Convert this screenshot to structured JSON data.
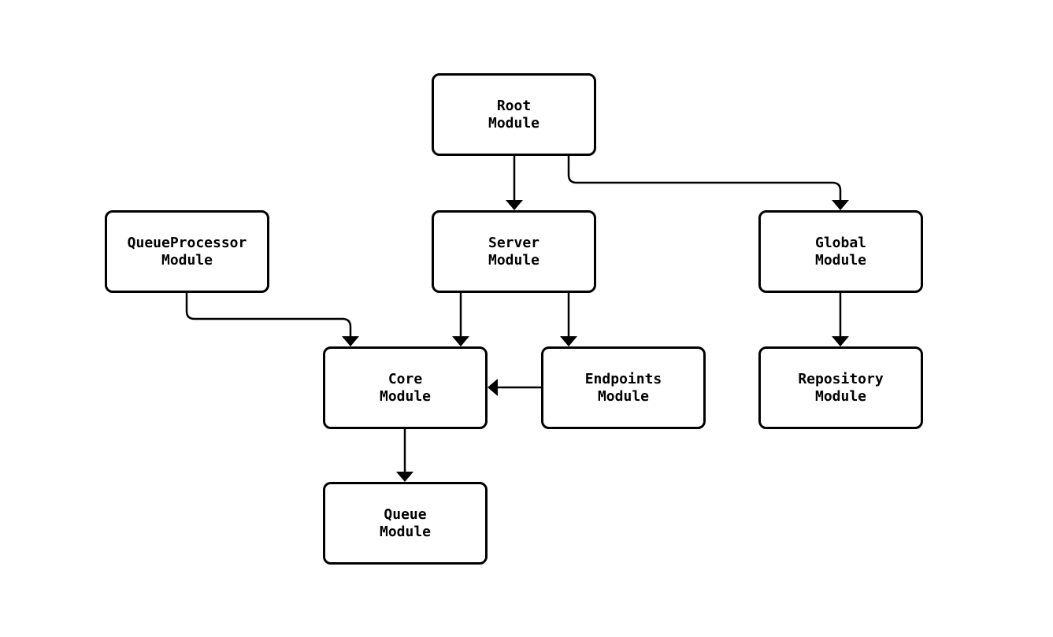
{
  "diagram": {
    "title": "module dependency flowchart",
    "background_color": "#ffffff",
    "node_fill_color": "#ffffff",
    "node_border_color": "#000000",
    "edge_color": "#000000",
    "text_color": "#000000",
    "nodes": [
      {
        "id": "root",
        "label": "Root\nModule"
      },
      {
        "id": "queueprocessor",
        "label": "QueueProcessor\nModule"
      },
      {
        "id": "server",
        "label": "Server\nModule"
      },
      {
        "id": "global",
        "label": "Global\nModule"
      },
      {
        "id": "core",
        "label": "Core\nModule"
      },
      {
        "id": "endpoints",
        "label": "Endpoints\nModule"
      },
      {
        "id": "repository",
        "label": "Repository\nModule"
      },
      {
        "id": "queue",
        "label": "Queue\nModule"
      }
    ],
    "edges": [
      {
        "from": "root",
        "to": "server"
      },
      {
        "from": "root",
        "to": "global"
      },
      {
        "from": "queueprocessor",
        "to": "core"
      },
      {
        "from": "server",
        "to": "core"
      },
      {
        "from": "server",
        "to": "endpoints"
      },
      {
        "from": "endpoints",
        "to": "core"
      },
      {
        "from": "global",
        "to": "repository"
      },
      {
        "from": "core",
        "to": "queue"
      }
    ]
  }
}
